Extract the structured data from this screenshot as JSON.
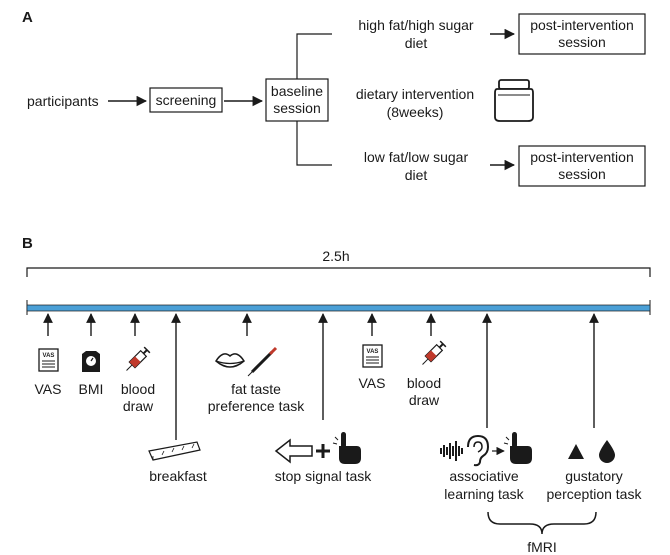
{
  "panel_a": {
    "letter": "A",
    "participants": "participants",
    "screening": "screening",
    "baseline_line1": "baseline",
    "baseline_line2": "session",
    "high_line1": "high fat/high sugar",
    "high_line2": "diet",
    "post_top_line1": "post-intervention",
    "post_top_line2": "session",
    "intervention_line1": "dietary intervention",
    "intervention_line2": "(8weeks)",
    "low_line1": "low fat/low sugar",
    "low_line2": "diet",
    "post_bottom_line1": "post-intervention",
    "post_bottom_line2": "session",
    "jar_icon": "jar-icon"
  },
  "panel_b": {
    "letter": "B",
    "duration": "2.5h",
    "timeline_color": "#4a9fd6",
    "events": {
      "vas1": "VAS",
      "bmi": "BMI",
      "blood1_line1": "blood",
      "blood1_line2": "draw",
      "breakfast": "breakfast",
      "fat_line1": "fat taste",
      "fat_line2": "preference task",
      "stop_signal": "stop signal task",
      "vas2": "VAS",
      "blood2_line1": "blood",
      "blood2_line2": "draw",
      "assoc_line1": "associative",
      "assoc_line2": "learning task",
      "gust_line1": "gustatory",
      "gust_line2": "perception task",
      "fmri": "fMRI"
    },
    "icons": {
      "questionnaire": "questionnaire-icon",
      "scale": "scale-icon",
      "syringe": "syringe-icon",
      "lips": "lips-icon",
      "pipette": "pipette-icon",
      "bar": "breakfast-bar-icon",
      "arrow": "left-arrow-icon",
      "plus": "fixation-cross-icon",
      "hand": "hand-pointer-icon",
      "sound": "soundwave-icon",
      "ear": "ear-icon",
      "triangle": "triangle-icon",
      "drop": "drop-icon"
    },
    "icon_text": {
      "vas_sheet": "VAS"
    }
  }
}
